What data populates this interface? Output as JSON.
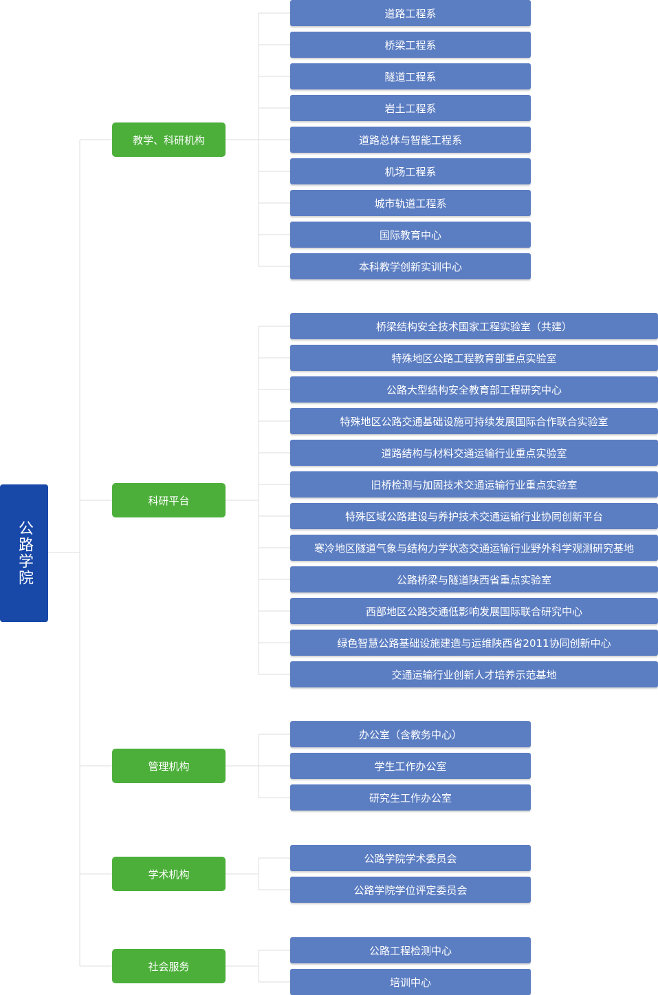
{
  "root": {
    "label": "公路学院"
  },
  "categories": [
    {
      "label": "教学、科研机构",
      "items": [
        "道路工程系",
        "桥梁工程系",
        "隧道工程系",
        "岩土工程系",
        "道路总体与智能工程系",
        "机场工程系",
        "城市轨道工程系",
        "国际教育中心",
        "本科教学创新实训中心"
      ]
    },
    {
      "label": "科研平台",
      "items": [
        "桥梁结构安全技术国家工程实验室（共建）",
        "特殊地区公路工程教育部重点实验室",
        "公路大型结构安全教育部工程研究中心",
        "特殊地区公路交通基础设施可持续发展国际合作联合实验室",
        "道路结构与材料交通运输行业重点实验室",
        "旧桥检测与加固技术交通运输行业重点实验室",
        "特殊区域公路建设与养护技术交通运输行业协同创新平台",
        "寒冷地区隧道气象与结构力学状态交通运输行业野外科学观测研究基地",
        "公路桥梁与隧道陕西省重点实验室",
        "西部地区公路交通低影响发展国际联合研究中心",
        "绿色智慧公路基础设施建造与运维陕西省2011协同创新中心",
        "交通运输行业创新人才培养示范基地"
      ]
    },
    {
      "label": "管理机构",
      "items": [
        "办公室（含教务中心）",
        "学生工作办公室",
        "研究生工作办公室"
      ]
    },
    {
      "label": "学术机构",
      "items": [
        "公路学院学术委员会",
        "公路学院学位评定委员会"
      ]
    },
    {
      "label": "社会服务",
      "items": [
        "公路工程检测中心",
        "培训中心"
      ]
    }
  ],
  "colors": {
    "root": "#1848a8",
    "category": "#4caf3a",
    "leaf": "#5b7dc2",
    "connector": "#dddddd"
  }
}
